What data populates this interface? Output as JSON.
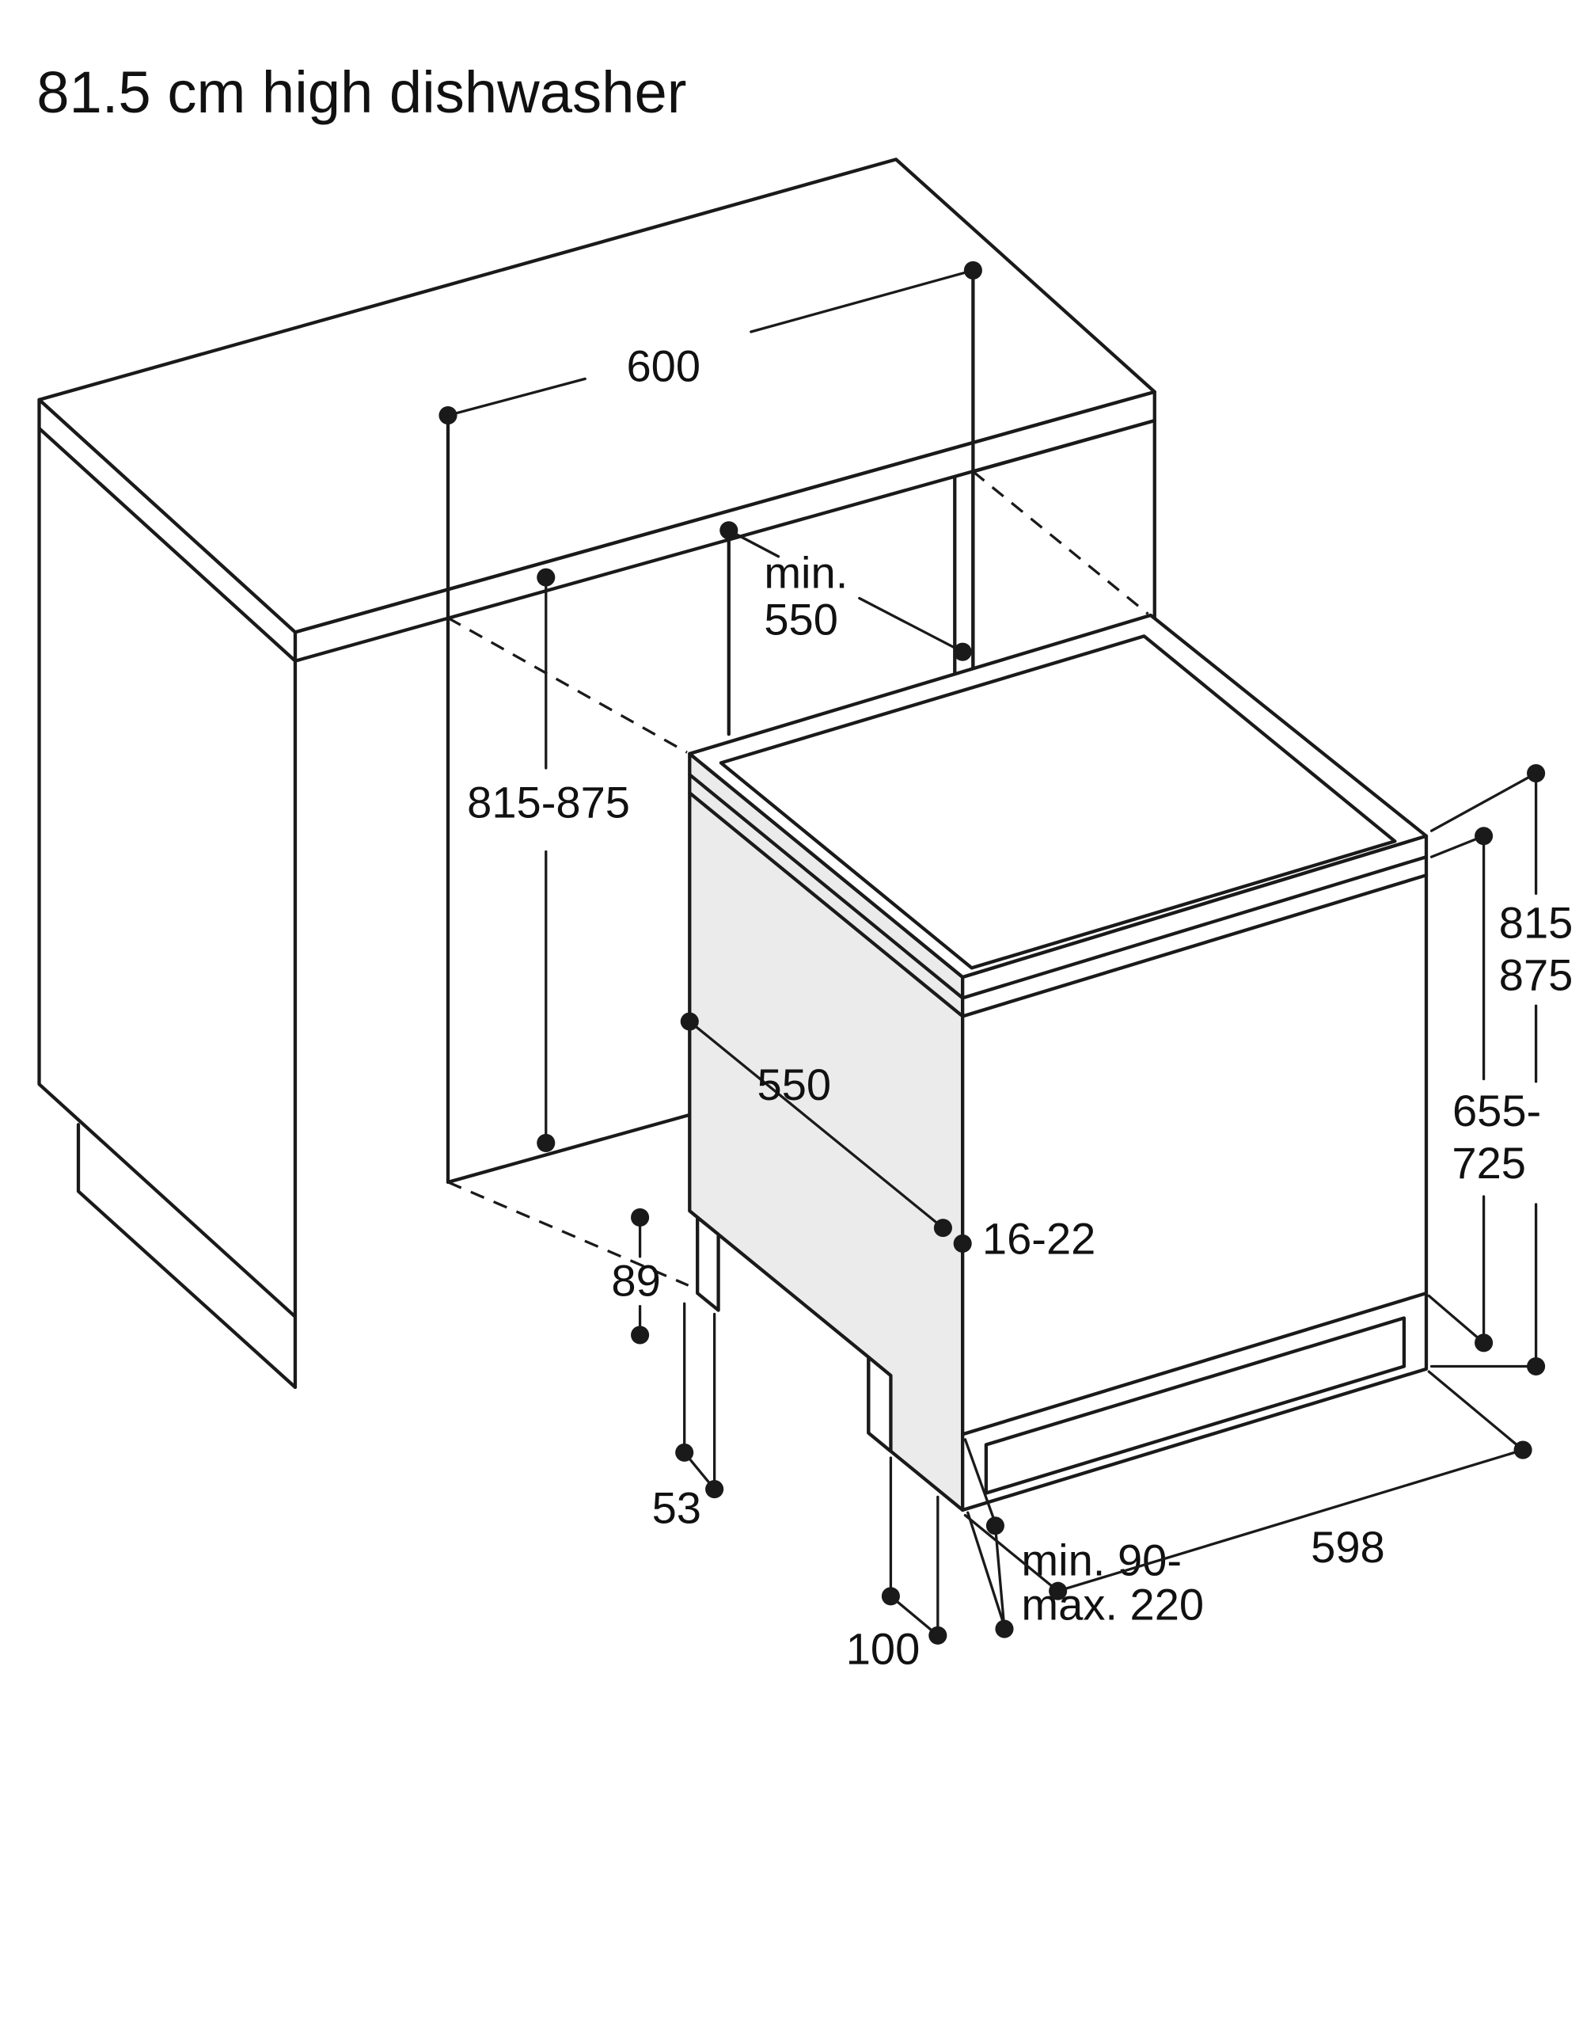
{
  "title": "81.5 cm high dishwasher",
  "dimensions": {
    "niche_width": "600",
    "niche_depth_prefix": "min.",
    "niche_depth": "550",
    "niche_height": "815-875",
    "appliance_depth": "550",
    "top_gap": "16-22",
    "rear_gap": "89",
    "rear_foot_offset": "53",
    "front_foot_offset": "100",
    "plinth_height_min": "min. 90-",
    "plinth_height_max": "max. 220",
    "appliance_width": "598",
    "overall_height_min": "815",
    "overall_height_max": "875",
    "door_panel_height_min": "655-",
    "door_panel_height_max": "725"
  },
  "colors": {
    "line": "#1a1a1a",
    "panel_fill": "#ebebeb",
    "background": "#ffffff"
  }
}
